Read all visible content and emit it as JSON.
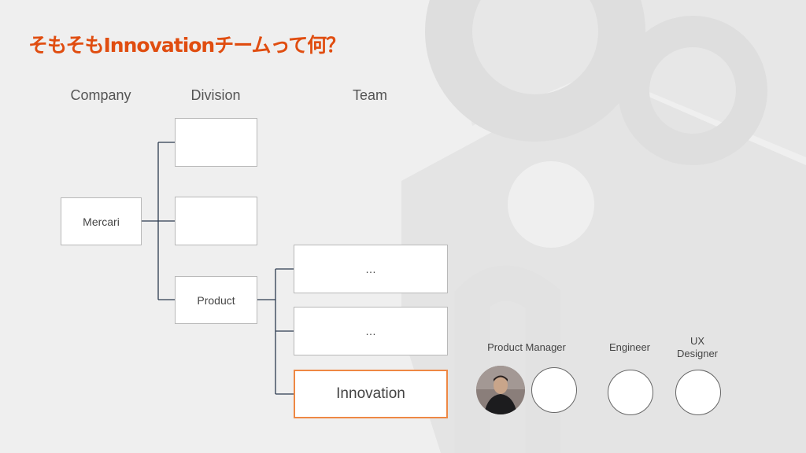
{
  "slide": {
    "title": "そもそもInnovationチームって何？",
    "columns": {
      "company": "Company",
      "division": "Division",
      "team": "Team"
    },
    "company_box": "Mercari",
    "division_boxes": [
      "",
      "",
      "Product"
    ],
    "team_boxes": [
      "…",
      "…",
      "Innovation"
    ],
    "roles": {
      "product_manager": "Product Manager",
      "engineer": "Engineer",
      "ux_designer_line1": "UX",
      "ux_designer_line2": "Designer"
    },
    "colors": {
      "accent": "#e04d10",
      "highlight_border": "#ee8844",
      "connector": "#2c3b4f"
    }
  }
}
